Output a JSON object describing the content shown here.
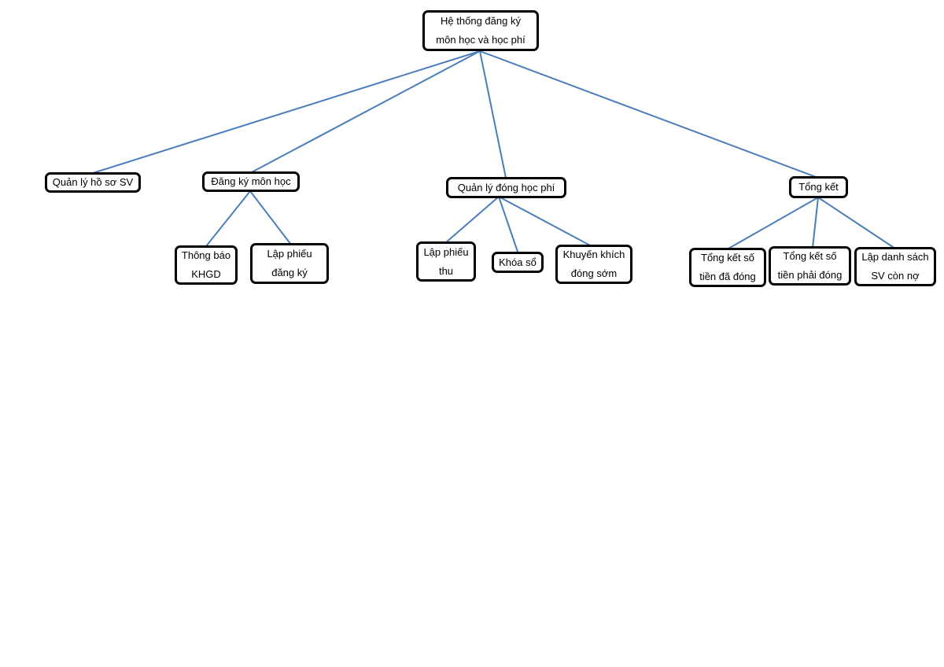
{
  "diagram": {
    "root": "Hệ thống đăng ký\nmôn học và học phí",
    "modules": {
      "ho_so": "Quản lý hồ sơ SV",
      "dang_ky": "Đăng ký môn học",
      "hoc_phi": "Quản lý đóng học phí",
      "tong_ket": "Tổng kết"
    },
    "dang_ky_children": {
      "thong_bao": "Thông báo\nKHGD",
      "lap_phieu_dk": "Lập phiếu\nđăng ký"
    },
    "hoc_phi_children": {
      "lap_phieu_thu": "Lập phiếu\nthu",
      "khoa_so": "Khóa sổ",
      "khuyen_khich": "Khuyến khích\nđóng sớm"
    },
    "tong_ket_children": {
      "da_dong": "Tổng kết số\ntiền đã đóng",
      "phai_dong": "Tổng kết số\ntiền phải đóng",
      "con_no": "Lập danh sách\nSV còn nợ"
    },
    "colors": {
      "connector": "#4a7ebb",
      "box_border": "#000000"
    }
  }
}
